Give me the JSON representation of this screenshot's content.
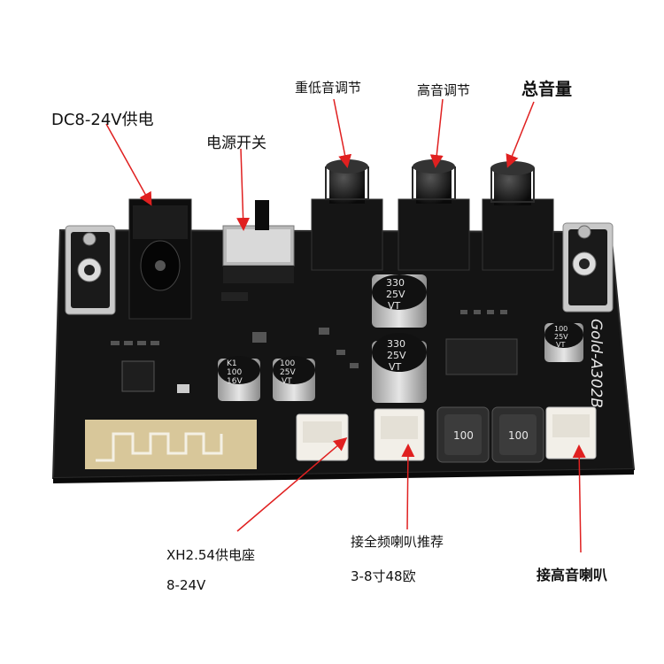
{
  "labels": {
    "dc_power": "DC8-24V供电",
    "power_switch": "电源开关",
    "bass_adjust": "重低音调节",
    "treble_adjust": "高音调节",
    "master_volume": "总音量",
    "xh_connector": "XH2.54供电座",
    "xh_voltage": "8-24V",
    "fullrange_speaker": "接全频喇叭推荐",
    "fullrange_size": "3-8寸48欧",
    "tweeter_speaker": "接高音喇叭"
  },
  "board": {
    "model": "Gold-A302B",
    "cap_large_top": [
      "330",
      "25V",
      "VT"
    ],
    "cap_large_bottom": [
      "330",
      "25V",
      "VT"
    ],
    "cap_small_left": [
      "K1",
      "100",
      "16V"
    ],
    "cap_small_mid": [
      "100",
      "25V",
      "VT"
    ],
    "cap_small_right": [
      "100",
      "25V",
      "VT"
    ],
    "inductor_left": "100",
    "inductor_right": "100"
  },
  "colors": {
    "pcb": "#141414",
    "arrow": "#e02020",
    "connector": "#f2efe8"
  }
}
